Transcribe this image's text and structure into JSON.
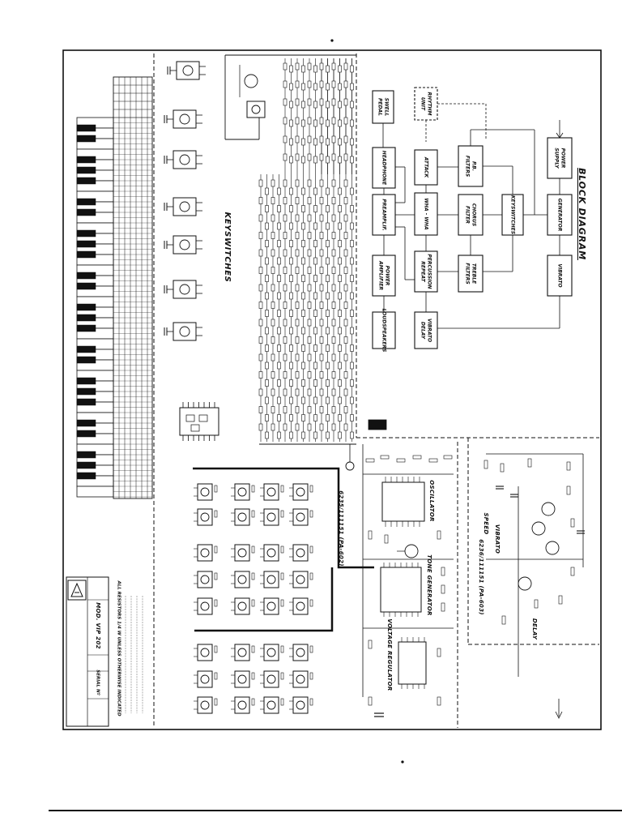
{
  "title_block": {
    "model": "MOD. VIP 202",
    "serial": "SERIAL Nº"
  },
  "notes": [
    "ALL RESISTORS 1/4 W UNLESS OTHERWISE INDICATED"
  ],
  "keyswitches": {
    "title": "KEYSWITCHES"
  },
  "block_diagram": {
    "title": "BLOCK DIAGRAM",
    "boxes": [
      {
        "lines": [
          "SWELL",
          "PEDAL"
        ]
      },
      {
        "lines": [
          "RHYTHM",
          "UNIT"
        ]
      },
      {
        "lines": [
          "HEADPHONE"
        ]
      },
      {
        "lines": [
          "ATTACK"
        ]
      },
      {
        "lines": [
          "P.B.",
          "FILTERS"
        ]
      },
      {
        "lines": [
          "POWER",
          "SUPPLY"
        ]
      },
      {
        "lines": [
          "PREAMPLIF."
        ]
      },
      {
        "lines": [
          "WHA - WHA"
        ]
      },
      {
        "lines": [
          "CHORUS",
          "FILTER"
        ]
      },
      {
        "lines": [
          "KEYSWITCHES"
        ]
      },
      {
        "lines": [
          "GENERATOR"
        ]
      },
      {
        "lines": [
          "POWER",
          "AMPLIFIER"
        ]
      },
      {
        "lines": [
          "PERCUSSION",
          "REPEAT"
        ]
      },
      {
        "lines": [
          "TREBLE",
          "FILTERS"
        ]
      },
      {
        "lines": [
          "VIBRATO"
        ]
      },
      {
        "lines": [
          "LOUDSPEAKERS"
        ]
      },
      {
        "lines": [
          "VIBRATO",
          "DELAY"
        ]
      }
    ]
  },
  "boards": {
    "pa602": "6235/111151 (PA-602)",
    "pa603": "6236/111151 (PA-603)"
  },
  "oscillator": {
    "oscillator": "OSCILLATOR",
    "tone_generator": "TONE GENERATOR",
    "voltage_regulator": "VOLTAGE REGULATOR"
  },
  "vibrato": {
    "title": "VIBRATO",
    "speed": "SPEED",
    "delay": "DELAY"
  },
  "colors": {
    "ink": "#111111",
    "paper": "#ffffff"
  }
}
